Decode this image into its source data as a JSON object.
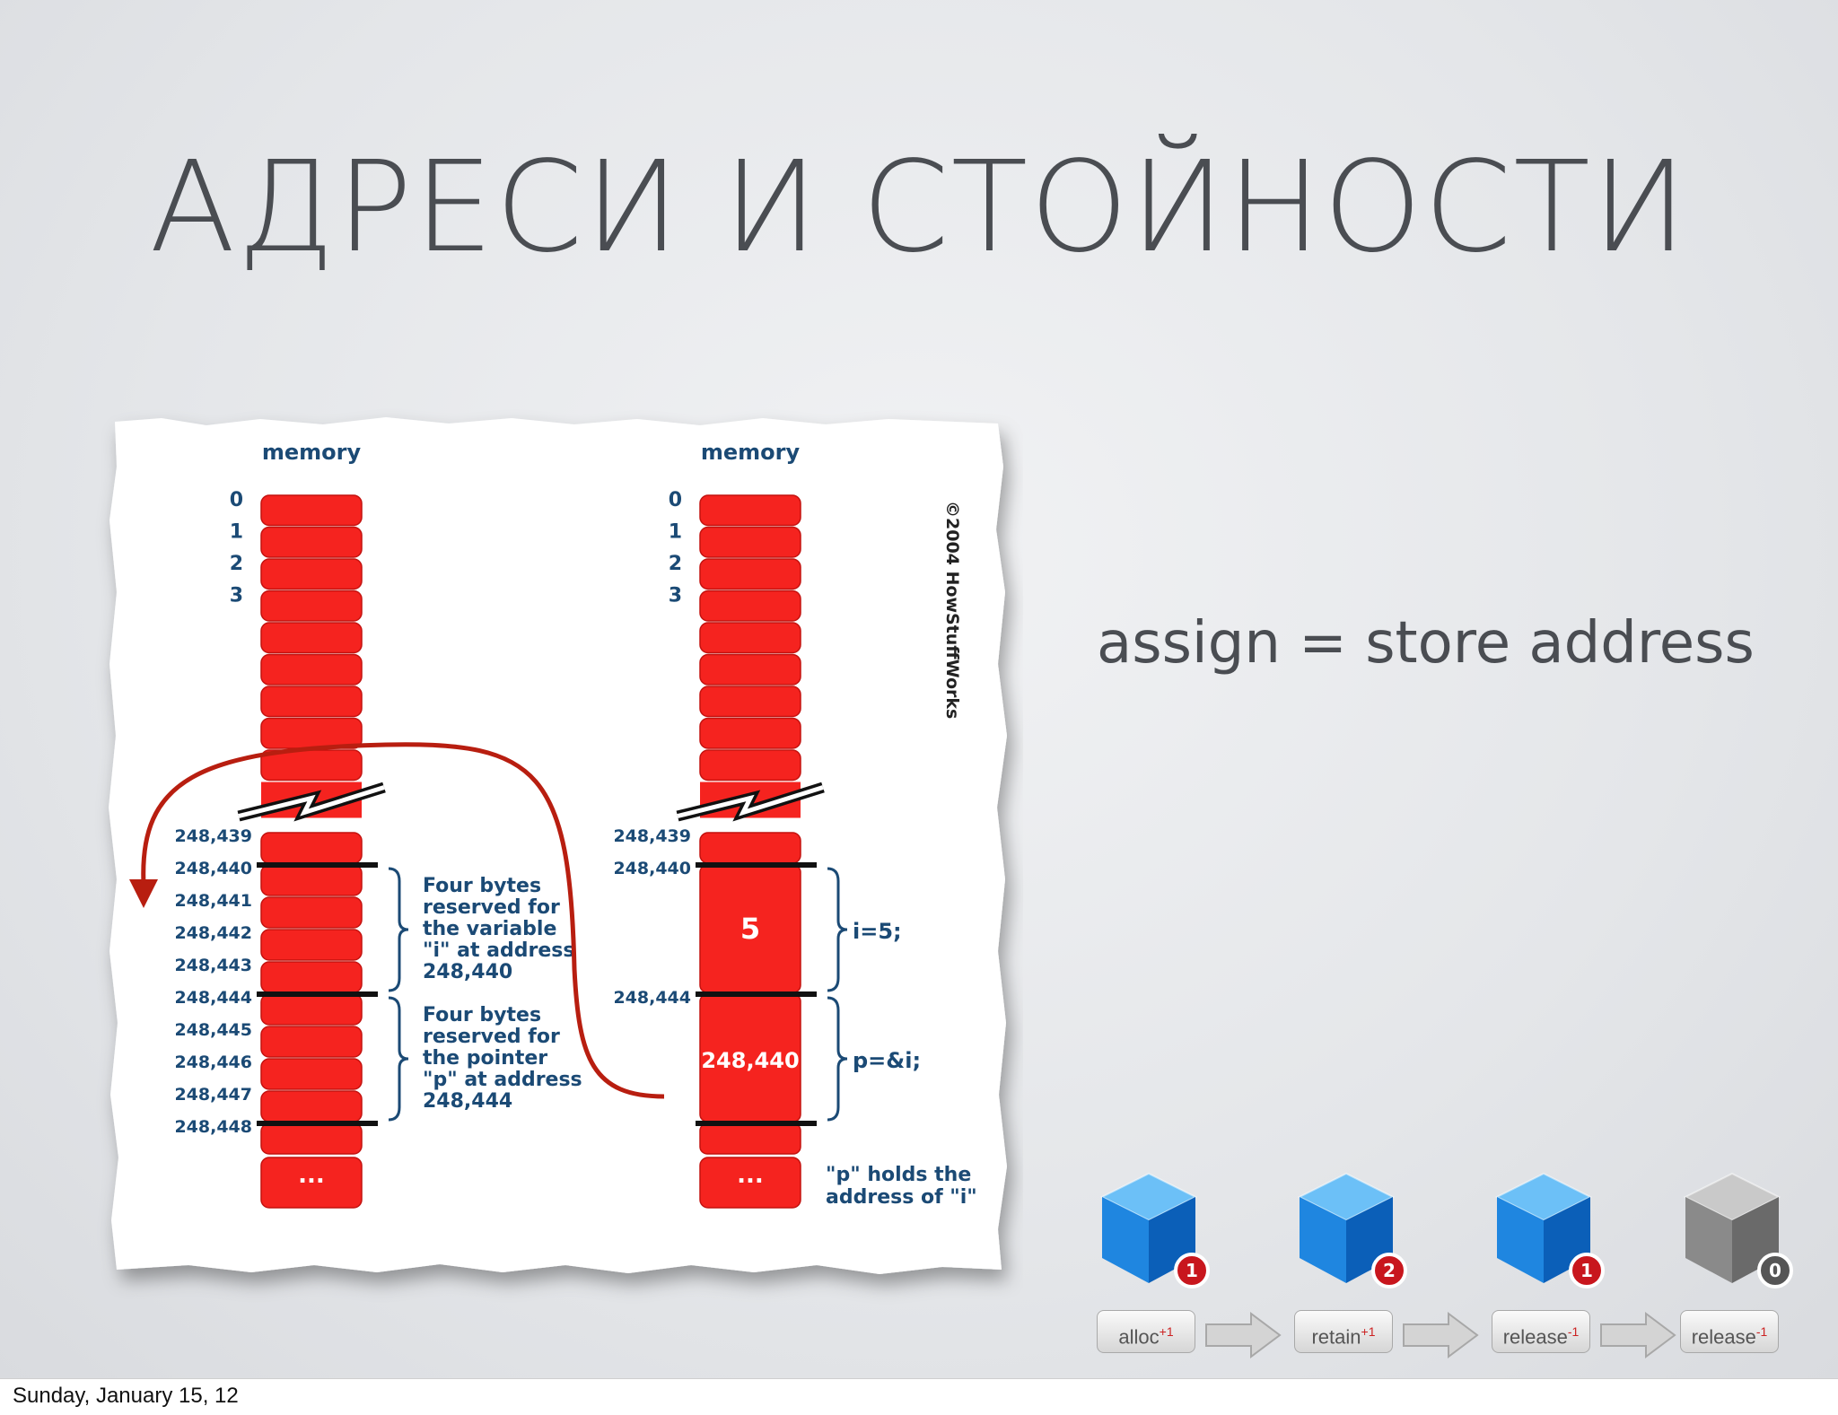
{
  "slide": {
    "title": "АДРЕСИ И СТОЙНОСТИ",
    "subtitle": "assign = store address",
    "footer_date": "Sunday, January 15, 12"
  },
  "diagram": {
    "copyright": "©2004 HowStuffWorks",
    "left_column": {
      "header": "memory",
      "top_addresses": [
        "0",
        "1",
        "2",
        "3"
      ],
      "bottom_addresses": [
        "248,439",
        "248,440",
        "248,441",
        "248,442",
        "248,443",
        "248,444",
        "248,445",
        "248,446",
        "248,447",
        "248,448"
      ],
      "ellipsis": "...",
      "note_i": [
        "Four bytes",
        "reserved for",
        "the variable",
        "\"i\" at address",
        "248,440"
      ],
      "note_p": [
        "Four bytes",
        "reserved for",
        "the pointer",
        "\"p\" at address",
        "248,444"
      ]
    },
    "right_column": {
      "header": "memory",
      "top_addresses": [
        "0",
        "1",
        "2",
        "3"
      ],
      "bottom_addresses": [
        "248,439",
        "248,440",
        "248,444"
      ],
      "value_i": "5",
      "value_p": "248,440",
      "ellipsis": "...",
      "label_i": "i=5;",
      "label_p": "p=&i;",
      "note": [
        "\"p\" holds the",
        "address of \"i\""
      ]
    },
    "colors": {
      "cell": "#f5231f",
      "label": "#1b4a75",
      "arrow": "#b81e10"
    }
  },
  "refcount": {
    "steps": [
      {
        "label": "alloc",
        "delta": "+1",
        "count": "1",
        "color": "blue"
      },
      {
        "label": "retain",
        "delta": "+1",
        "count": "2",
        "color": "blue"
      },
      {
        "label": "release",
        "delta": "-1",
        "count": "1",
        "color": "blue"
      },
      {
        "label": "release",
        "delta": "-1",
        "count": "0",
        "color": "gray"
      }
    ]
  }
}
